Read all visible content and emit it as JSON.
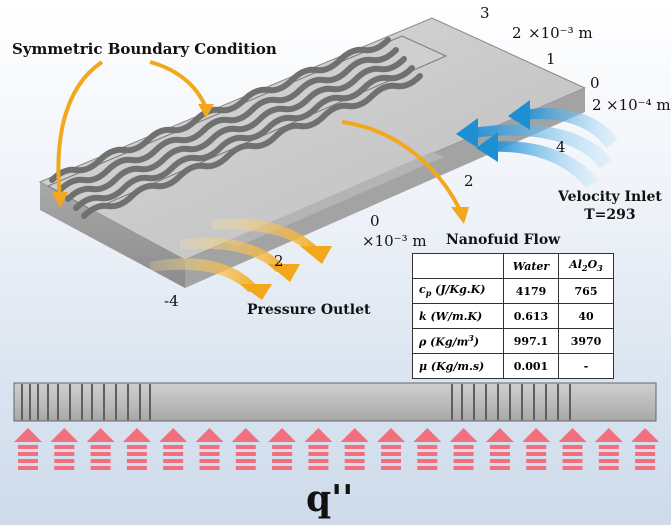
{
  "labels": {
    "symmetric": "Symmetric Boundary Condition",
    "velocity_inlet": "Velocity Inlet",
    "temperature": "T=293",
    "nanofluid_flow": "Nanofuid Flow",
    "pressure_outlet": "Pressure Outlet",
    "heat_flux": "q''"
  },
  "axis": {
    "y_unit": "×10⁻³ m",
    "z_unit": "×10⁻⁴ m",
    "x_unit": "×10⁻³ m",
    "y_ticks": [
      "3",
      "2",
      "1",
      "0"
    ],
    "z_tick": "2",
    "depth_ticks": [
      "4",
      "2"
    ],
    "x_ticks": [
      "0",
      "2",
      "-4"
    ]
  },
  "table": {
    "headers": [
      "",
      "Water",
      "Al",
      "2",
      "O",
      "3"
    ],
    "rows": [
      {
        "prop": "c",
        "sub": "p",
        "unit": " (J/Kg.K)",
        "water": "4179",
        "al2o3": "765"
      },
      {
        "prop": "k",
        "sub": "",
        "unit": " (W/m.K)",
        "water": "0.613",
        "al2o3": "40"
      },
      {
        "prop": "ρ",
        "sub": "",
        "unit": " (Kg/m",
        "sup": "3",
        "unit_end": ")",
        "water": "997.1",
        "al2o3": "3970"
      },
      {
        "prop": "μ",
        "sub": "",
        "unit": " (Kg/m.s)",
        "water": "0.001",
        "al2o3": "-"
      }
    ]
  },
  "colors": {
    "orange_arrow": "#f2a81d",
    "blue_arrow": "#2c9ad8",
    "heat_arrow": "#f2707e",
    "block": "#c8c8c8"
  }
}
